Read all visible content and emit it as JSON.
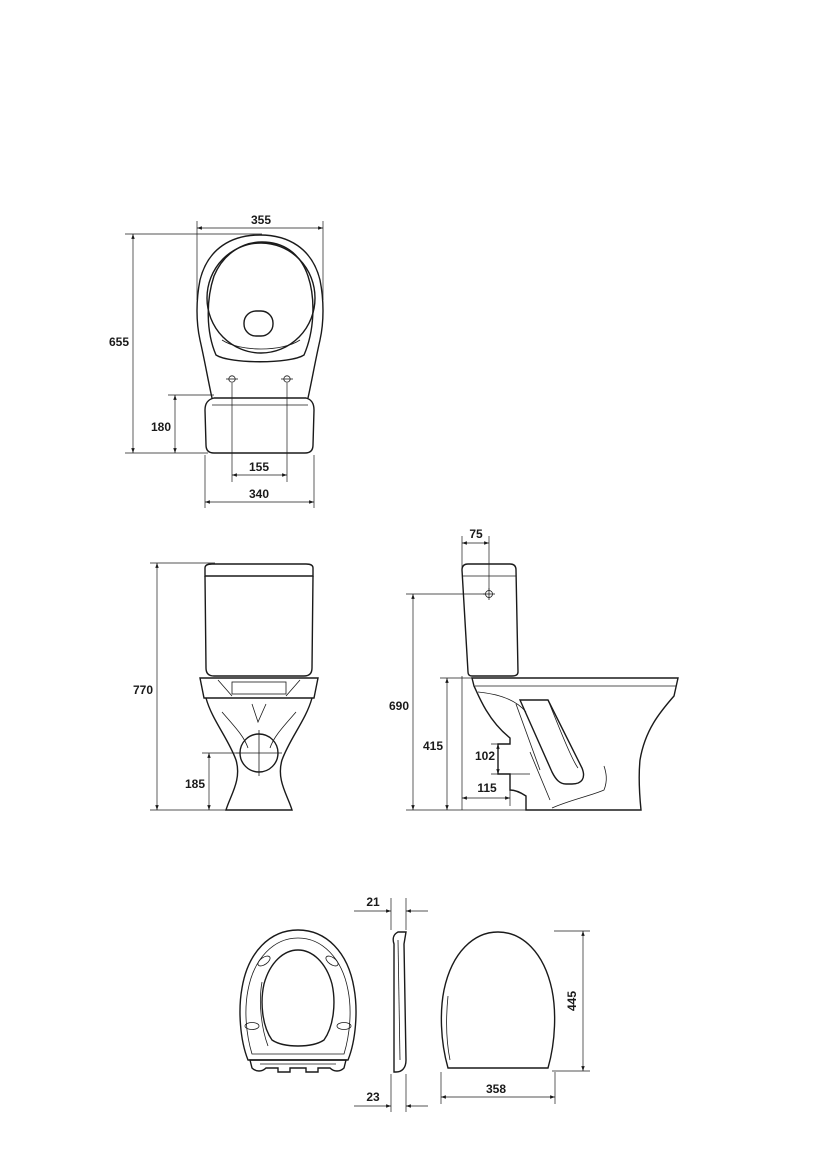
{
  "drawing": {
    "views": [
      {
        "id": "top-view",
        "dimensions": {
          "overall_width": "355",
          "overall_depth": "655",
          "tank_depth": "180",
          "bolt_spacing": "155",
          "tank_width": "340"
        }
      },
      {
        "id": "front-view",
        "dimensions": {
          "overall_height": "770",
          "outlet_height": "185"
        }
      },
      {
        "id": "side-view",
        "dimensions": {
          "inlet_offset": "75",
          "inlet_height": "690",
          "rim_height": "415",
          "outlet_diameter": "102",
          "outlet_offset": "115"
        }
      },
      {
        "id": "seat-views",
        "dimensions": {
          "lid_thickness": "21",
          "hinge_thickness": "23",
          "seat_length": "445",
          "seat_width": "358"
        }
      }
    ],
    "colors": {
      "line": "#1a1a1a",
      "background": "#ffffff"
    }
  }
}
